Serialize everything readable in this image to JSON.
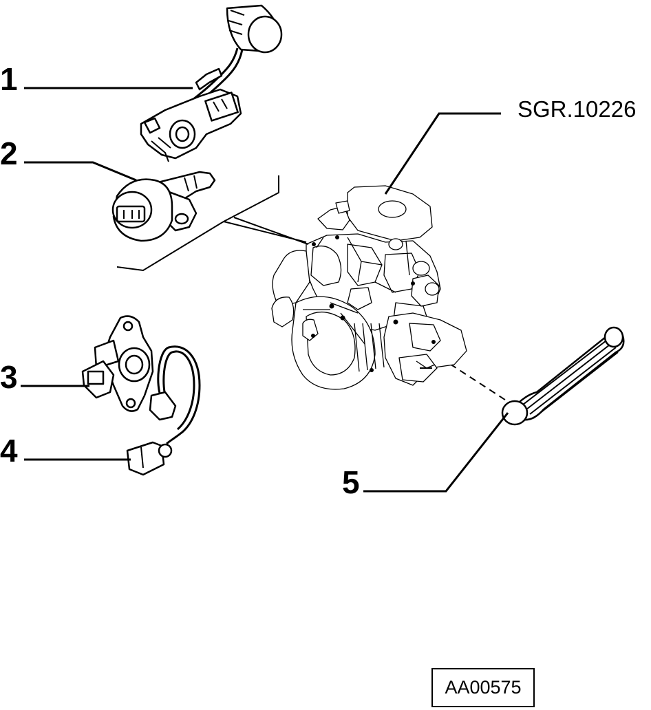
{
  "figure": {
    "reference_code": "SGR.10226",
    "drawing_code": "AA00575"
  },
  "callouts": [
    {
      "id": "1",
      "label": "1",
      "part": "gear-position-switch-icon"
    },
    {
      "id": "2",
      "label": "2",
      "part": "actuator-valve-icon"
    },
    {
      "id": "3",
      "label": "3",
      "part": "position-sensor-icon"
    },
    {
      "id": "4",
      "label": "4",
      "part": "connector-lead-icon"
    },
    {
      "id": "5",
      "label": "5",
      "part": "wiring-harness-icon"
    }
  ],
  "colors": {
    "ink": "#000000",
    "paper": "#ffffff"
  }
}
